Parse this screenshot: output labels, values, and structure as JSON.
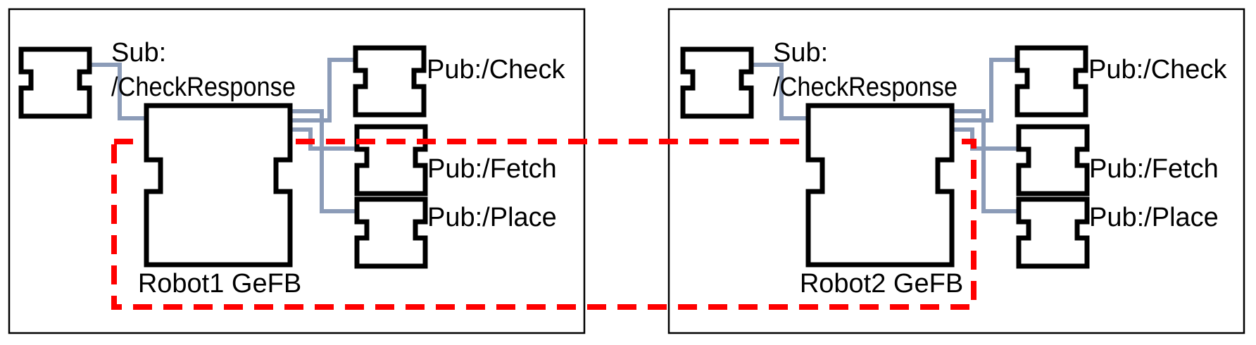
{
  "figure": {
    "colors": {
      "wire": "#8C9CB8",
      "dashed_line": "#FF0000",
      "block_outline": "#000000",
      "background": "#FFFFFF"
    },
    "panels": [
      {
        "name": "robot1",
        "subscriber_label": {
          "line1": "Sub:",
          "line2": "/CheckResponse"
        },
        "main_block_label": "Robot1 GeFB",
        "publisher_labels": [
          "Pub:/Check",
          "Pub:/Fetch",
          "Pub:/Place"
        ]
      },
      {
        "name": "robot2",
        "subscriber_label": {
          "line1": "Sub:",
          "line2": "/CheckResponse"
        },
        "main_block_label": "Robot2 GeFB",
        "publisher_labels": [
          "Pub:/Check",
          "Pub:/Fetch",
          "Pub:/Place"
        ]
      }
    ]
  }
}
